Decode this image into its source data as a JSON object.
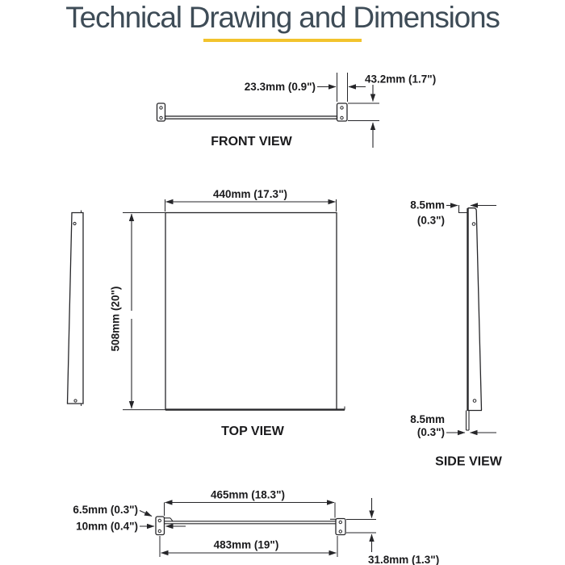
{
  "title": "Technical Drawing and Dimensions",
  "colors": {
    "accent_underline": "#F2C32D",
    "line": "#262629",
    "title_text": "#3E4C57"
  },
  "front_view": {
    "label": "FRONT VIEW",
    "dim_bracket_width": "23.3mm (0.9\")",
    "dim_bracket_height": "43.2mm (1.7\")"
  },
  "top_view": {
    "label": "TOP VIEW",
    "dim_width": "440mm (17.3\")",
    "dim_depth": "508mm (20\")"
  },
  "side_view": {
    "label": "SIDE VIEW",
    "dim_top_lip_line1": "8.5mm",
    "dim_top_lip_line2": "(0.3\")",
    "dim_bottom_lip_line1": "8.5mm",
    "dim_bottom_lip_line2": "(0.3\")"
  },
  "bottom_view": {
    "dim_inner_width": "465mm (18.3\")",
    "dim_outer_width": "483mm (19\")",
    "dim_front_lip": "6.5mm (0.3\")",
    "dim_thickness": "10mm (0.4\")",
    "dim_bracket_height": "31.8mm (1.3\")"
  }
}
